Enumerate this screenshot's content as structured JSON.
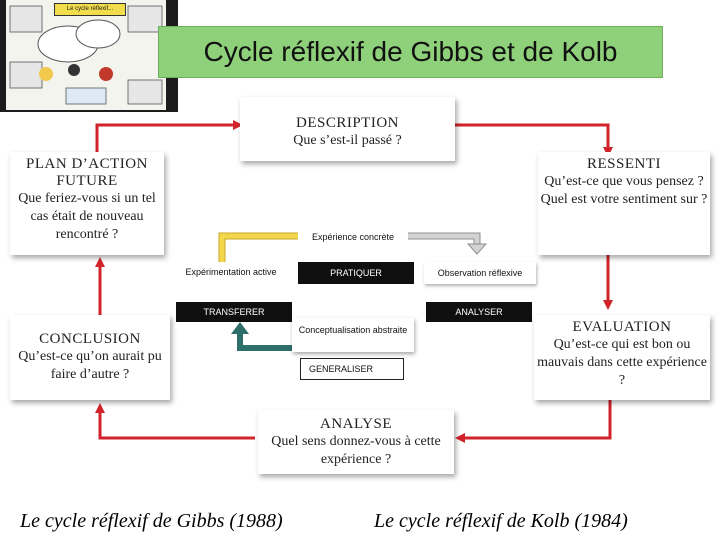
{
  "title": "Cycle réflexif de Gibbs et de Kolb",
  "thumbnail": {
    "label": "Le cycle réflexif..."
  },
  "gibbs": {
    "description": {
      "heading": "DESCRIPTION",
      "text": "Que s’est-il passé ?"
    },
    "ressenti": {
      "heading": "RESSENTI",
      "text": "Qu’est-ce que vous pensez ? Quel est votre sentiment sur ?"
    },
    "evaluation": {
      "heading": "EVALUATION",
      "text": "Qu’est-ce qui est bon ou mauvais dans cette expérience ?"
    },
    "analyse": {
      "heading": "ANALYSE",
      "text": "Quel sens donnez-vous à cette expérience ?"
    },
    "conclusion": {
      "heading": "CONCLUSION",
      "text": "Qu’est-ce qu’on aurait pu faire d’autre ?"
    },
    "plan": {
      "heading": "PLAN D’ACTION FUTURE",
      "text": "Que feriez-vous si un tel cas était de nouveau rencontré ?"
    }
  },
  "kolb": {
    "experience": "Expérience concrète",
    "pratiquer": "PRATIQUER",
    "observation": "Observation réflexive",
    "analyser": "ANALYSER",
    "conceptualisation": "Conceptualisation abstraite",
    "generaliser": "GENERALISER",
    "transferer": "TRANSFERER",
    "experimentation": "Expérimentation active"
  },
  "footer": {
    "gibbs": "Le cycle réflexif de Gibbs (1988)",
    "kolb": "Le cycle réflexif de Kolb (1984)"
  },
  "colors": {
    "red": "#d2222a",
    "title_bg": "#8fd07a",
    "yellow": "#f2d64b",
    "teal": "#2f6f6a",
    "grey": "#c8c8c8"
  }
}
